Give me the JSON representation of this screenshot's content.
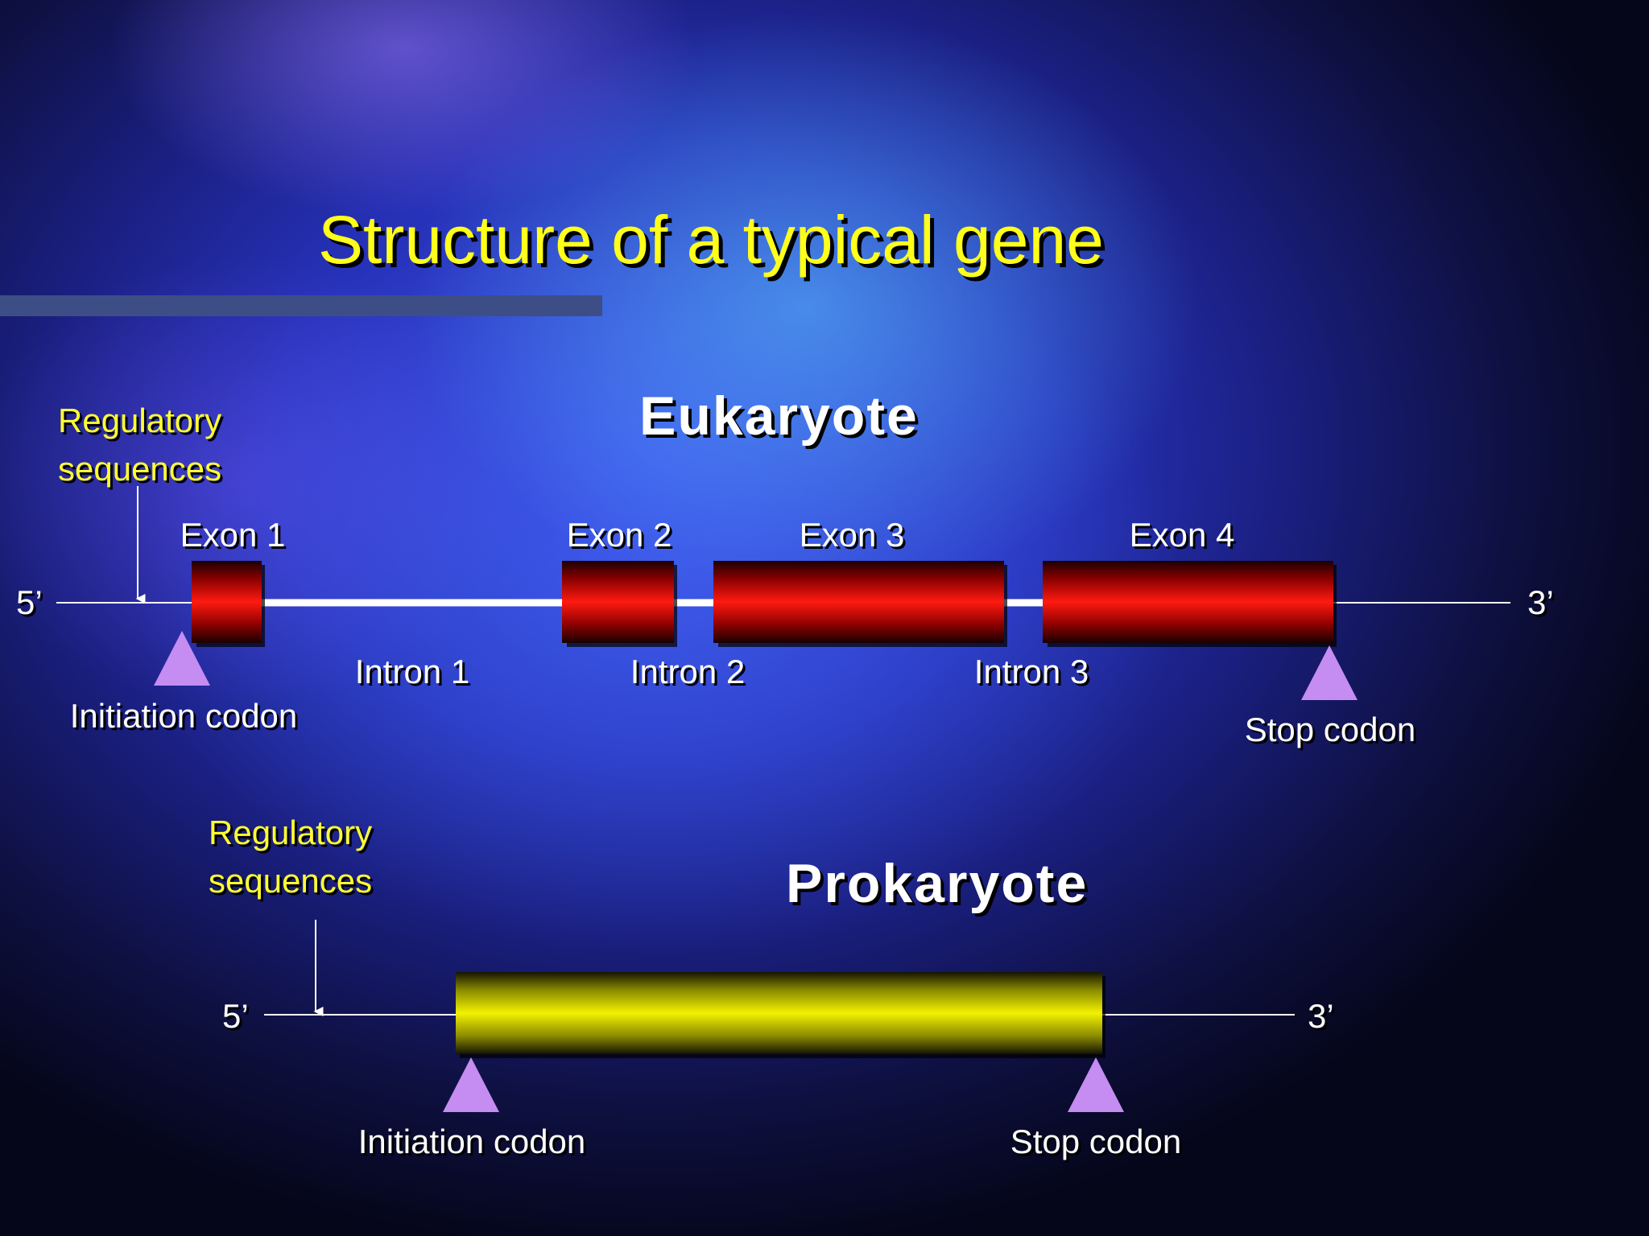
{
  "slide": {
    "title": "Structure of a typical gene"
  },
  "eukaryote": {
    "heading": "Eukaryote",
    "regulatory_line1": "Regulatory",
    "regulatory_line2": "sequences",
    "five_prime": "5’",
    "three_prime": "3’",
    "exons": [
      "Exon 1",
      "Exon 2",
      "Exon 3",
      "Exon 4"
    ],
    "introns": [
      "Intron 1",
      "Intron 2",
      "Intron 3"
    ],
    "initiation_codon": "Initiation codon",
    "stop_codon": "Stop codon"
  },
  "prokaryote": {
    "heading": "Prokaryote",
    "regulatory_line1": "Regulatory",
    "regulatory_line2": "sequences",
    "five_prime": "5’",
    "three_prime": "3’",
    "initiation_codon": "Initiation codon",
    "stop_codon": "Stop codon"
  },
  "colors": {
    "title": "#ffff1a",
    "exon_red": "#ff0000",
    "coding_yellow": "#e6e600",
    "codon_marker": "#c58cf2",
    "regulatory_text": "#ffff33"
  }
}
